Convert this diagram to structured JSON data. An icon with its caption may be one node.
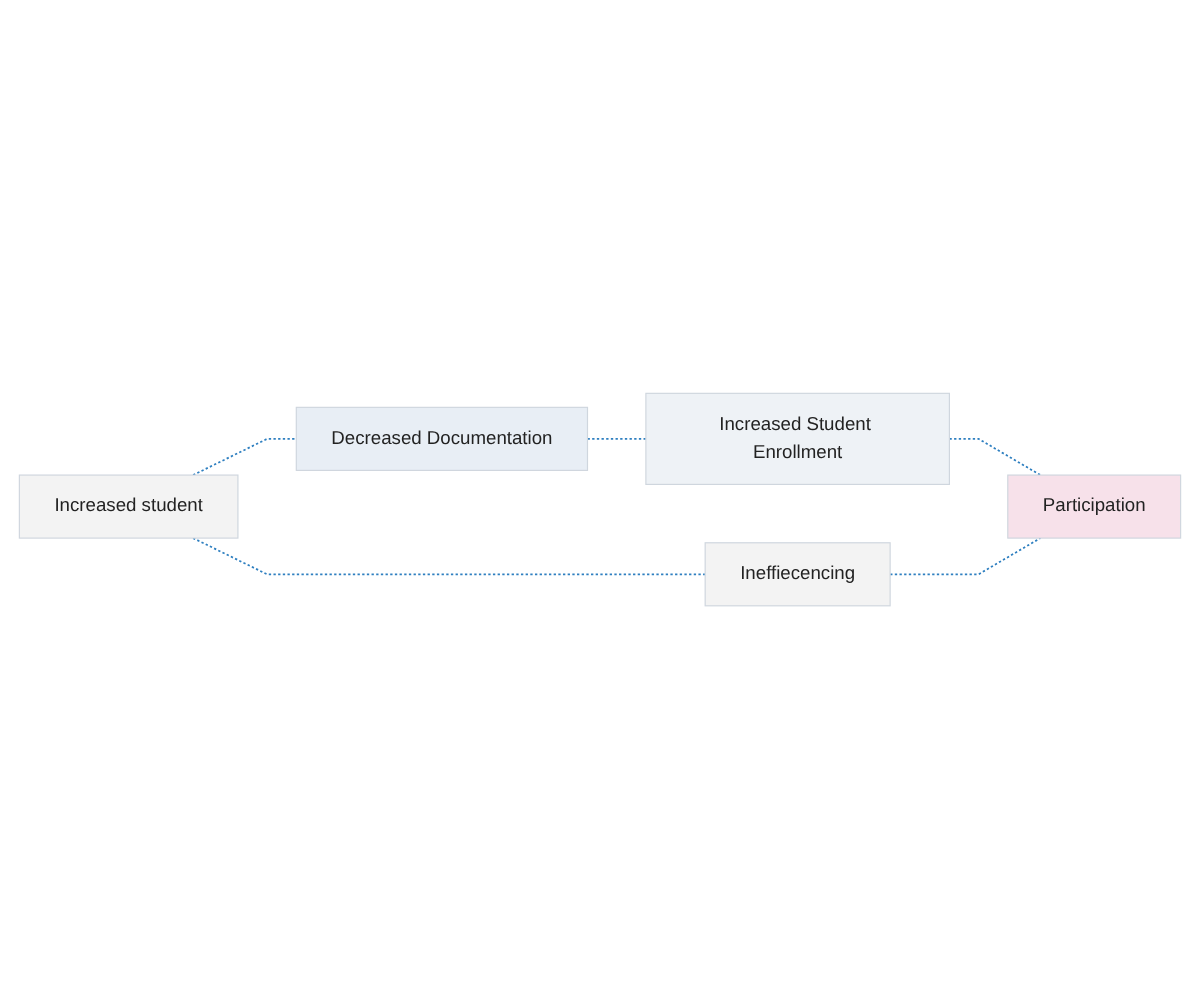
{
  "diagram": {
    "nodes": [
      {
        "text": [
          "Increased student"
        ]
      },
      {
        "text": [
          "Decreased Documentation"
        ]
      },
      {
        "text": [
          "Increased Student Enrollment"
        ]
      },
      {
        "text": [
          "Participation"
        ]
      },
      {
        "text": [
          "Ineffiecencing"
        ]
      }
    ],
    "edges": [
      {
        "from": 0,
        "to": 1,
        "arrow": "none",
        "style": "dashed",
        "color": "#2e7fc0"
      },
      {
        "from": 1,
        "to": 2,
        "arrow": "none",
        "style": "dashed",
        "color": "#2e7fc0"
      },
      {
        "from": 2,
        "to": 3,
        "arrow": "none",
        "style": "dashed",
        "color": "#2e7fc0"
      },
      {
        "from": 4,
        "to": 3,
        "arrow": "none",
        "style": "dashed",
        "color": "#2e7fc0"
      },
      {
        "from": 0,
        "to": 4,
        "arrow": "none",
        "style": "dashed",
        "color": "#2e7fc0"
      }
    ]
  }
}
